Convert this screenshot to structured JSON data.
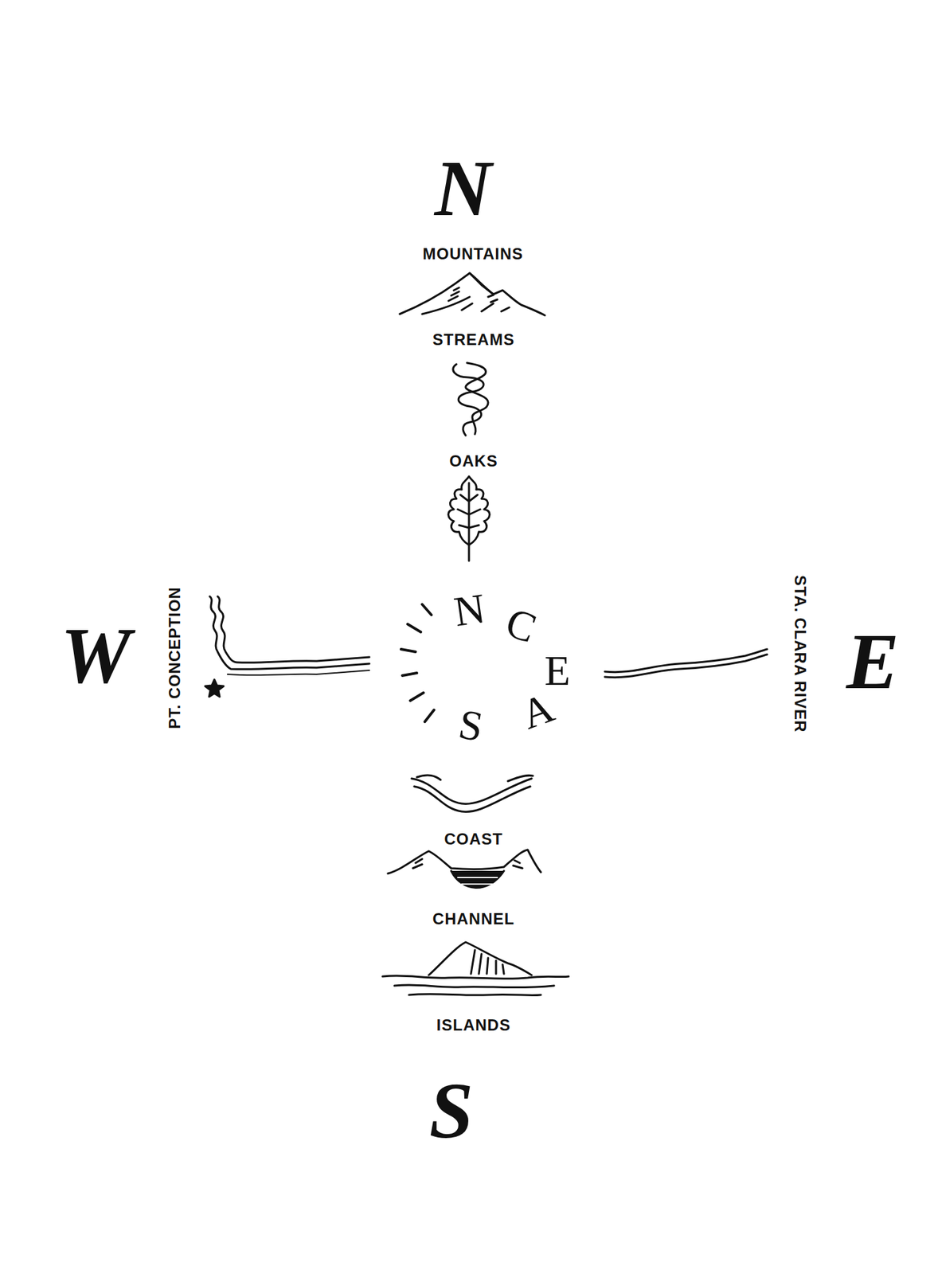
{
  "diagram": {
    "labels": [
      "N",
      "MOUNTAINS",
      "STREAMS",
      "OAKS",
      "W",
      "PT. CONCEPTION",
      "N",
      "C",
      "E",
      "A",
      "S",
      "STA. CLARA RIVER",
      "E",
      "COAST",
      "CHANNEL",
      "ISLANDS",
      "S"
    ]
  }
}
